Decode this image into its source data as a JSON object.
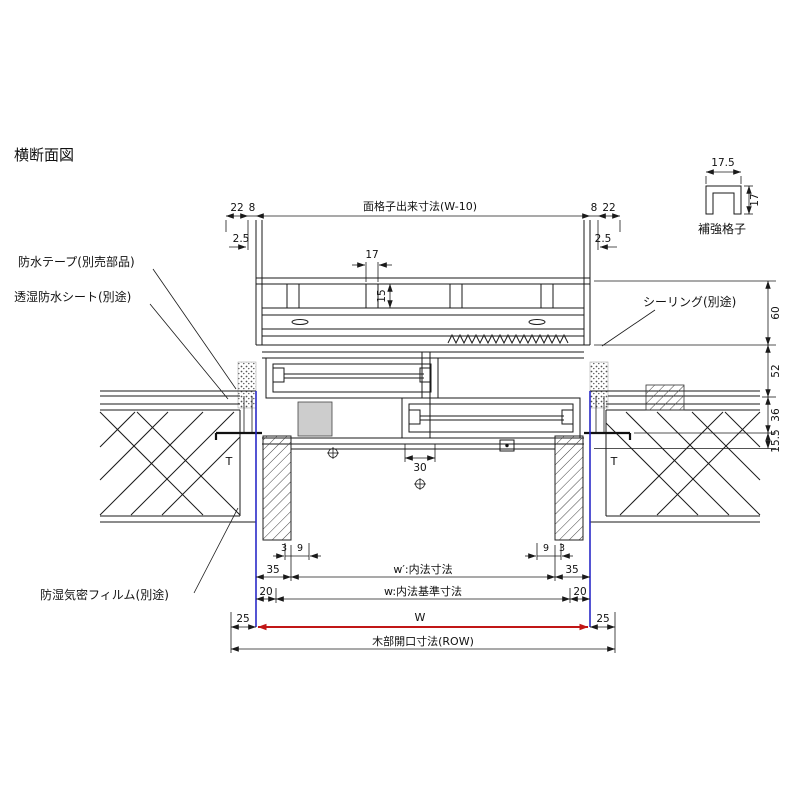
{
  "title": "横断面図",
  "detail": {
    "label": "補強格子",
    "width": "17.5",
    "height": "17"
  },
  "callouts": {
    "waterproof_tape": "防水テープ(別売部品)",
    "breathable_sheet": "透湿防水シート(別途)",
    "sealing": "シーリング(別途)",
    "moisture_film": "防湿気密フィルム(別途)"
  },
  "dims": {
    "top": {
      "l22": "22",
      "l8": "8",
      "grille_width": "面格子出来寸法(W-10)",
      "r8": "8",
      "r22": "22",
      "l25": "2.5",
      "r25": "2.5"
    },
    "clip": {
      "w": "17",
      "h": "15"
    },
    "right": {
      "d60": "60",
      "d52": "52",
      "d36": "36",
      "d155": "15.5"
    },
    "anchor": {
      "left": "T",
      "right": "T"
    },
    "center": {
      "d30": "30"
    },
    "bottom": {
      "l3": "3",
      "l9": "9",
      "r9": "9",
      "r3": "3",
      "l35": "35",
      "r35": "35",
      "w_inner": "w′:内法寸法",
      "l20": "20",
      "r20": "20",
      "w_std": "w:内法基準寸法",
      "l25": "25",
      "r25": "25",
      "w": "W",
      "row": "木部開口寸法(ROW)"
    }
  },
  "colors": {
    "line": "#1a1a1a",
    "blue": "#2a2ac8",
    "red": "#c11616"
  }
}
